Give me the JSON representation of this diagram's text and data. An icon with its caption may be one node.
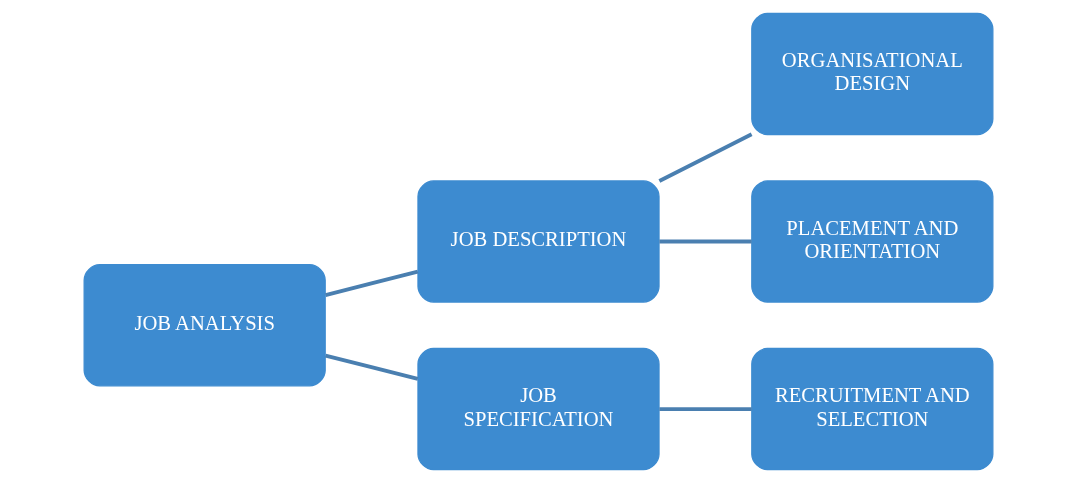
{
  "diagram": {
    "nodes": [
      {
        "text": [
          "JOB ANALYSIS"
        ]
      },
      {
        "text": [
          "JOB DESCRIPTION"
        ]
      },
      {
        "text": [
          "ORGANISATIONAL DESIGN"
        ]
      },
      {
        "text": [
          "PLACEMENT AND ORIENTATION"
        ]
      },
      {
        "text": [
          "JOB SPECIFICATION"
        ]
      },
      {
        "text": [
          "RECRUITMENT AND SELECTION"
        ]
      }
    ],
    "edges": [
      {
        "from": 0,
        "to": 1,
        "arrow": "none"
      },
      {
        "from": 0,
        "to": 4,
        "arrow": "none"
      },
      {
        "from": 1,
        "to": 2,
        "arrow": "none"
      },
      {
        "from": 1,
        "to": 3,
        "arrow": "none"
      },
      {
        "from": 4,
        "to": 5,
        "arrow": "none"
      }
    ]
  }
}
